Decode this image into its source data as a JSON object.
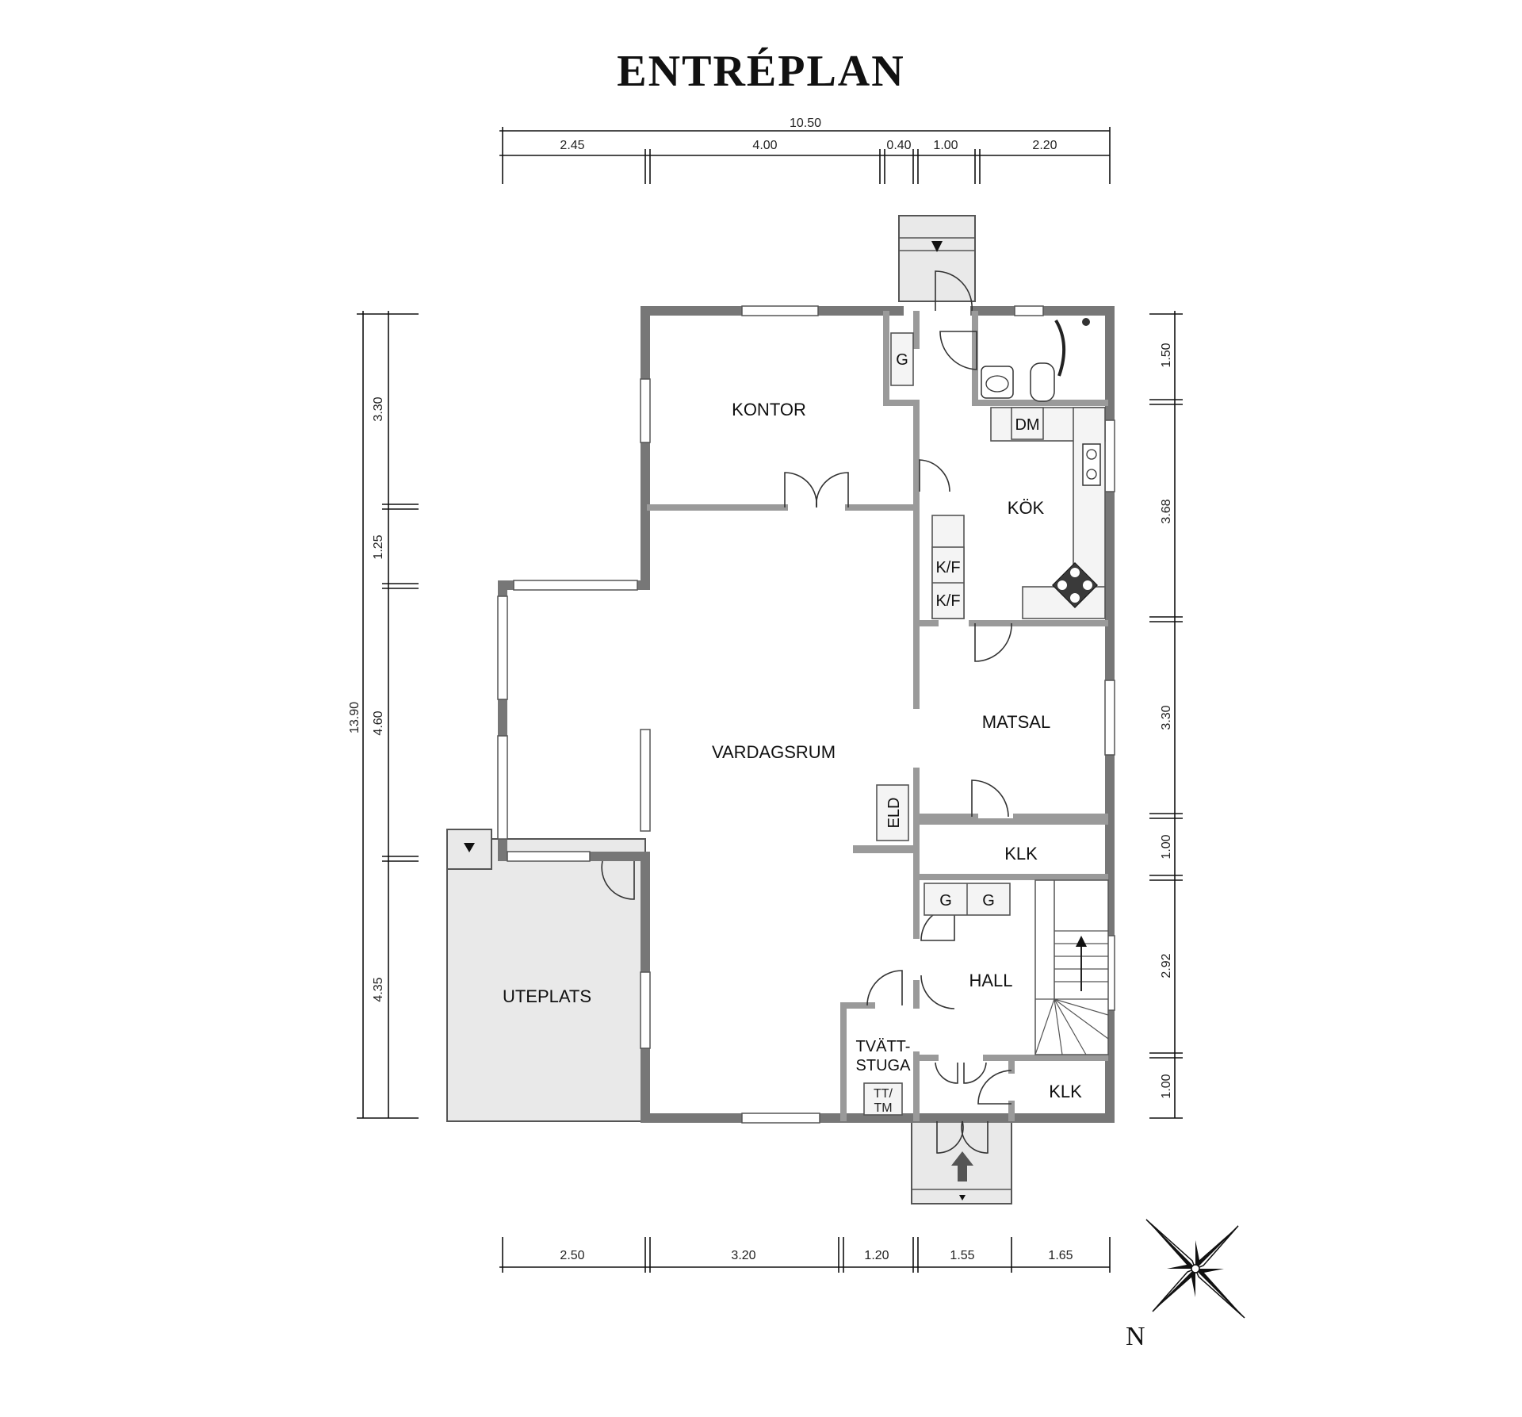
{
  "title": "ENTRÉPLAN",
  "dimensions": {
    "top_total": "10.50",
    "top": [
      "2.45",
      "4.00",
      "0.40",
      "1.00",
      "2.20"
    ],
    "bottom": [
      "2.50",
      "3.20",
      "1.20",
      "1.55",
      "1.65"
    ],
    "left_total": "13.90",
    "left": [
      "3.30",
      "1.25",
      "4.60",
      "4.35"
    ],
    "right": [
      "1.50",
      "3.68",
      "3.30",
      "1.00",
      "2.92",
      "1.00"
    ]
  },
  "rooms": {
    "kontor": "KONTOR",
    "kok": "KÖK",
    "matsal": "MATSAL",
    "vardagsrum": "VARDAGSRUM",
    "klk_upper": "KLK",
    "hall": "HALL",
    "klk_lower": "KLK",
    "tvattstuga_line1": "TVÄTT-",
    "tvattstuga_line2": "STUGA",
    "uteplats": "UTEPLATS"
  },
  "fixtures": {
    "g_top": "G",
    "dm": "DM",
    "kf1": "K/F",
    "kf2": "K/F",
    "eld": "ELD",
    "g_hall_1": "G",
    "g_hall_2": "G",
    "tt_line1": "TT/",
    "tt_line2": "TM"
  },
  "compass": {
    "north_label": "N"
  }
}
